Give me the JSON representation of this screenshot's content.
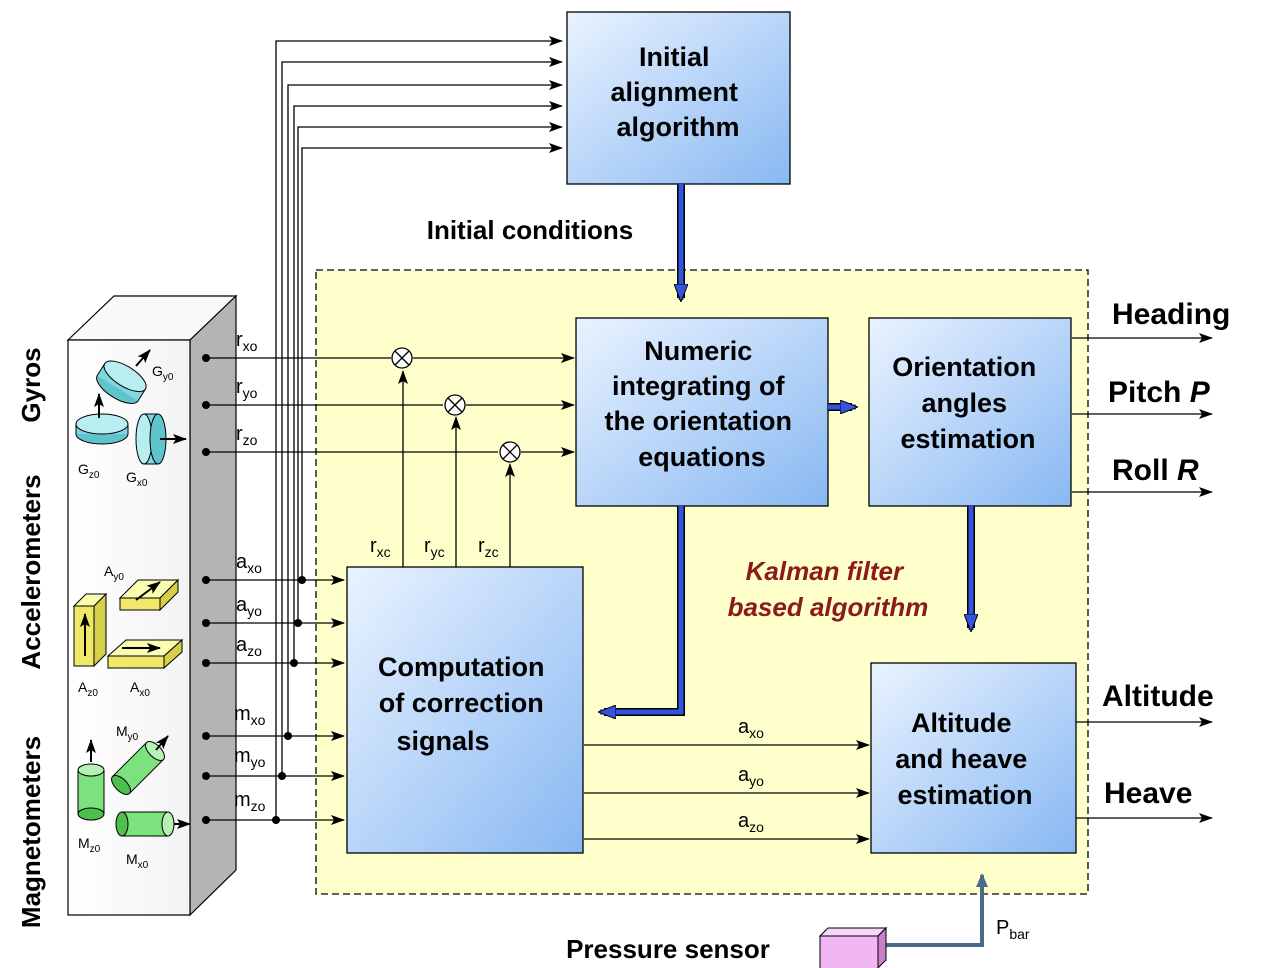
{
  "blocks": {
    "alignment": [
      "Initial",
      "alignment",
      "algorithm"
    ],
    "integrating": [
      "Numeric",
      "integrating of",
      "the orientation",
      "equations"
    ],
    "orientation": [
      "Orientation",
      "angles",
      "estimation"
    ],
    "correction": [
      "Computation",
      "of correction",
      "signals"
    ],
    "altitude": [
      "Altitude",
      "and heave",
      "estimation"
    ]
  },
  "labels": {
    "initial_conditions": "Initial conditions",
    "kalman": [
      "Kalman filter",
      "based algorithm"
    ],
    "pressure_sensor": "Pressure sensor",
    "p_bar": {
      "base": "P",
      "sub": "bar"
    }
  },
  "outputs": {
    "heading": "Heading",
    "pitch": {
      "text": "Pitch ",
      "symbol": "P"
    },
    "roll": {
      "text": "Roll ",
      "symbol": "R"
    },
    "altitude": "Altitude",
    "heave": "Heave"
  },
  "sensor_groups": {
    "gyros": "Gyros",
    "accelerometers": "Accelerometers",
    "magnetometers": "Magnetometers"
  },
  "sensors": {
    "gy": {
      "base": "G",
      "sub": "y0"
    },
    "gz": {
      "base": "G",
      "sub": "z0"
    },
    "gx": {
      "base": "G",
      "sub": "x0"
    },
    "ay": {
      "base": "A",
      "sub": "y0"
    },
    "az": {
      "base": "A",
      "sub": "z0"
    },
    "ax": {
      "base": "A",
      "sub": "x0"
    },
    "my": {
      "base": "M",
      "sub": "y0"
    },
    "mz": {
      "base": "M",
      "sub": "z0"
    },
    "mx": {
      "base": "M",
      "sub": "x0"
    }
  },
  "signals": {
    "rxo": {
      "base": "r",
      "sub": "xo"
    },
    "ryo": {
      "base": "r",
      "sub": "yo"
    },
    "rzo": {
      "base": "r",
      "sub": "zo"
    },
    "axo": {
      "base": "a",
      "sub": "xo"
    },
    "ayo": {
      "base": "a",
      "sub": "yo"
    },
    "azo": {
      "base": "a",
      "sub": "zo"
    },
    "mxo": {
      "base": "m",
      "sub": "xo"
    },
    "myo": {
      "base": "m",
      "sub": "yo"
    },
    "mzo": {
      "base": "m",
      "sub": "zo"
    },
    "rxc": {
      "base": "r",
      "sub": "xc"
    },
    "ryc": {
      "base": "r",
      "sub": "yc"
    },
    "rzc": {
      "base": "r",
      "sub": "zc"
    },
    "axo2": {
      "base": "a",
      "sub": "xo"
    },
    "ayo2": {
      "base": "a",
      "sub": "yo"
    },
    "azo2": {
      "base": "a",
      "sub": "zo"
    }
  },
  "colors": {
    "kalman_region": "#ffffcc",
    "block_top": "#eaf3ff",
    "block_bottom": "#88b8f2",
    "blue_arrow": "#3355dd",
    "kalman_text": "#8b1a1a",
    "pressure_line": "#4a6b8a",
    "gyro": "#7fd8e0",
    "accel": "#f5f08a",
    "magneto": "#7de27d",
    "pressure_box": "#f2b6f2"
  }
}
